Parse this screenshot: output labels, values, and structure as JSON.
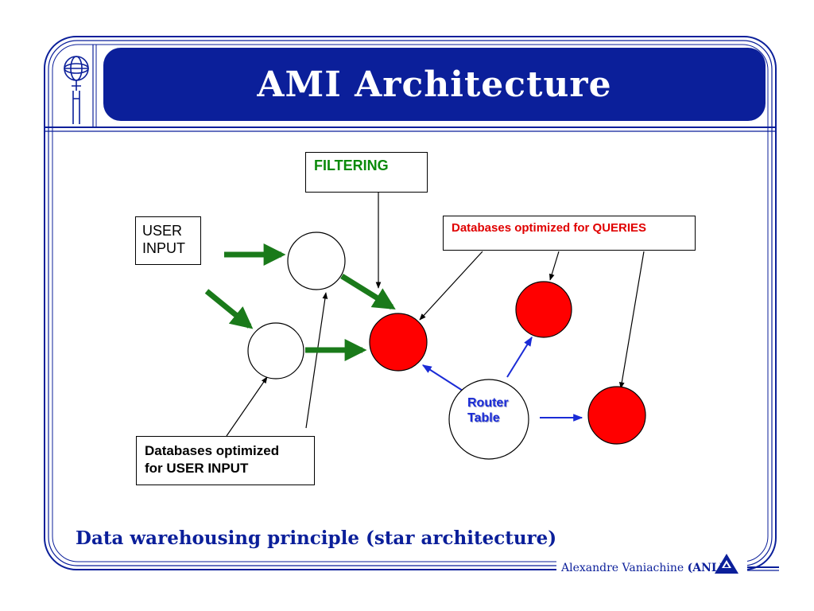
{
  "slide": {
    "title": "AMI Architecture",
    "caption": "Data warehousing principle (star architecture)",
    "footer_author": "Alexandre Vaniachine ",
    "footer_affiliation": "(ANL)"
  },
  "diagram": {
    "filtering": "FILTERING",
    "user_input": "USER\nINPUT",
    "db_queries": "Databases optimized for QUERIES",
    "db_user_input": "Databases optimized\nfor USER INPUT",
    "router_table": "Router\nTable"
  },
  "colors": {
    "brand_blue": "#0b1f9a",
    "node_red": "#ff0000",
    "arrow_green": "#1a7a1a",
    "arrow_blue": "#1a2bd6",
    "filter_green": "#0a8a0a",
    "query_red": "#e00000"
  },
  "icons": {
    "top_left": "atlas-logo-icon",
    "footer": "anl-logo-icon"
  }
}
